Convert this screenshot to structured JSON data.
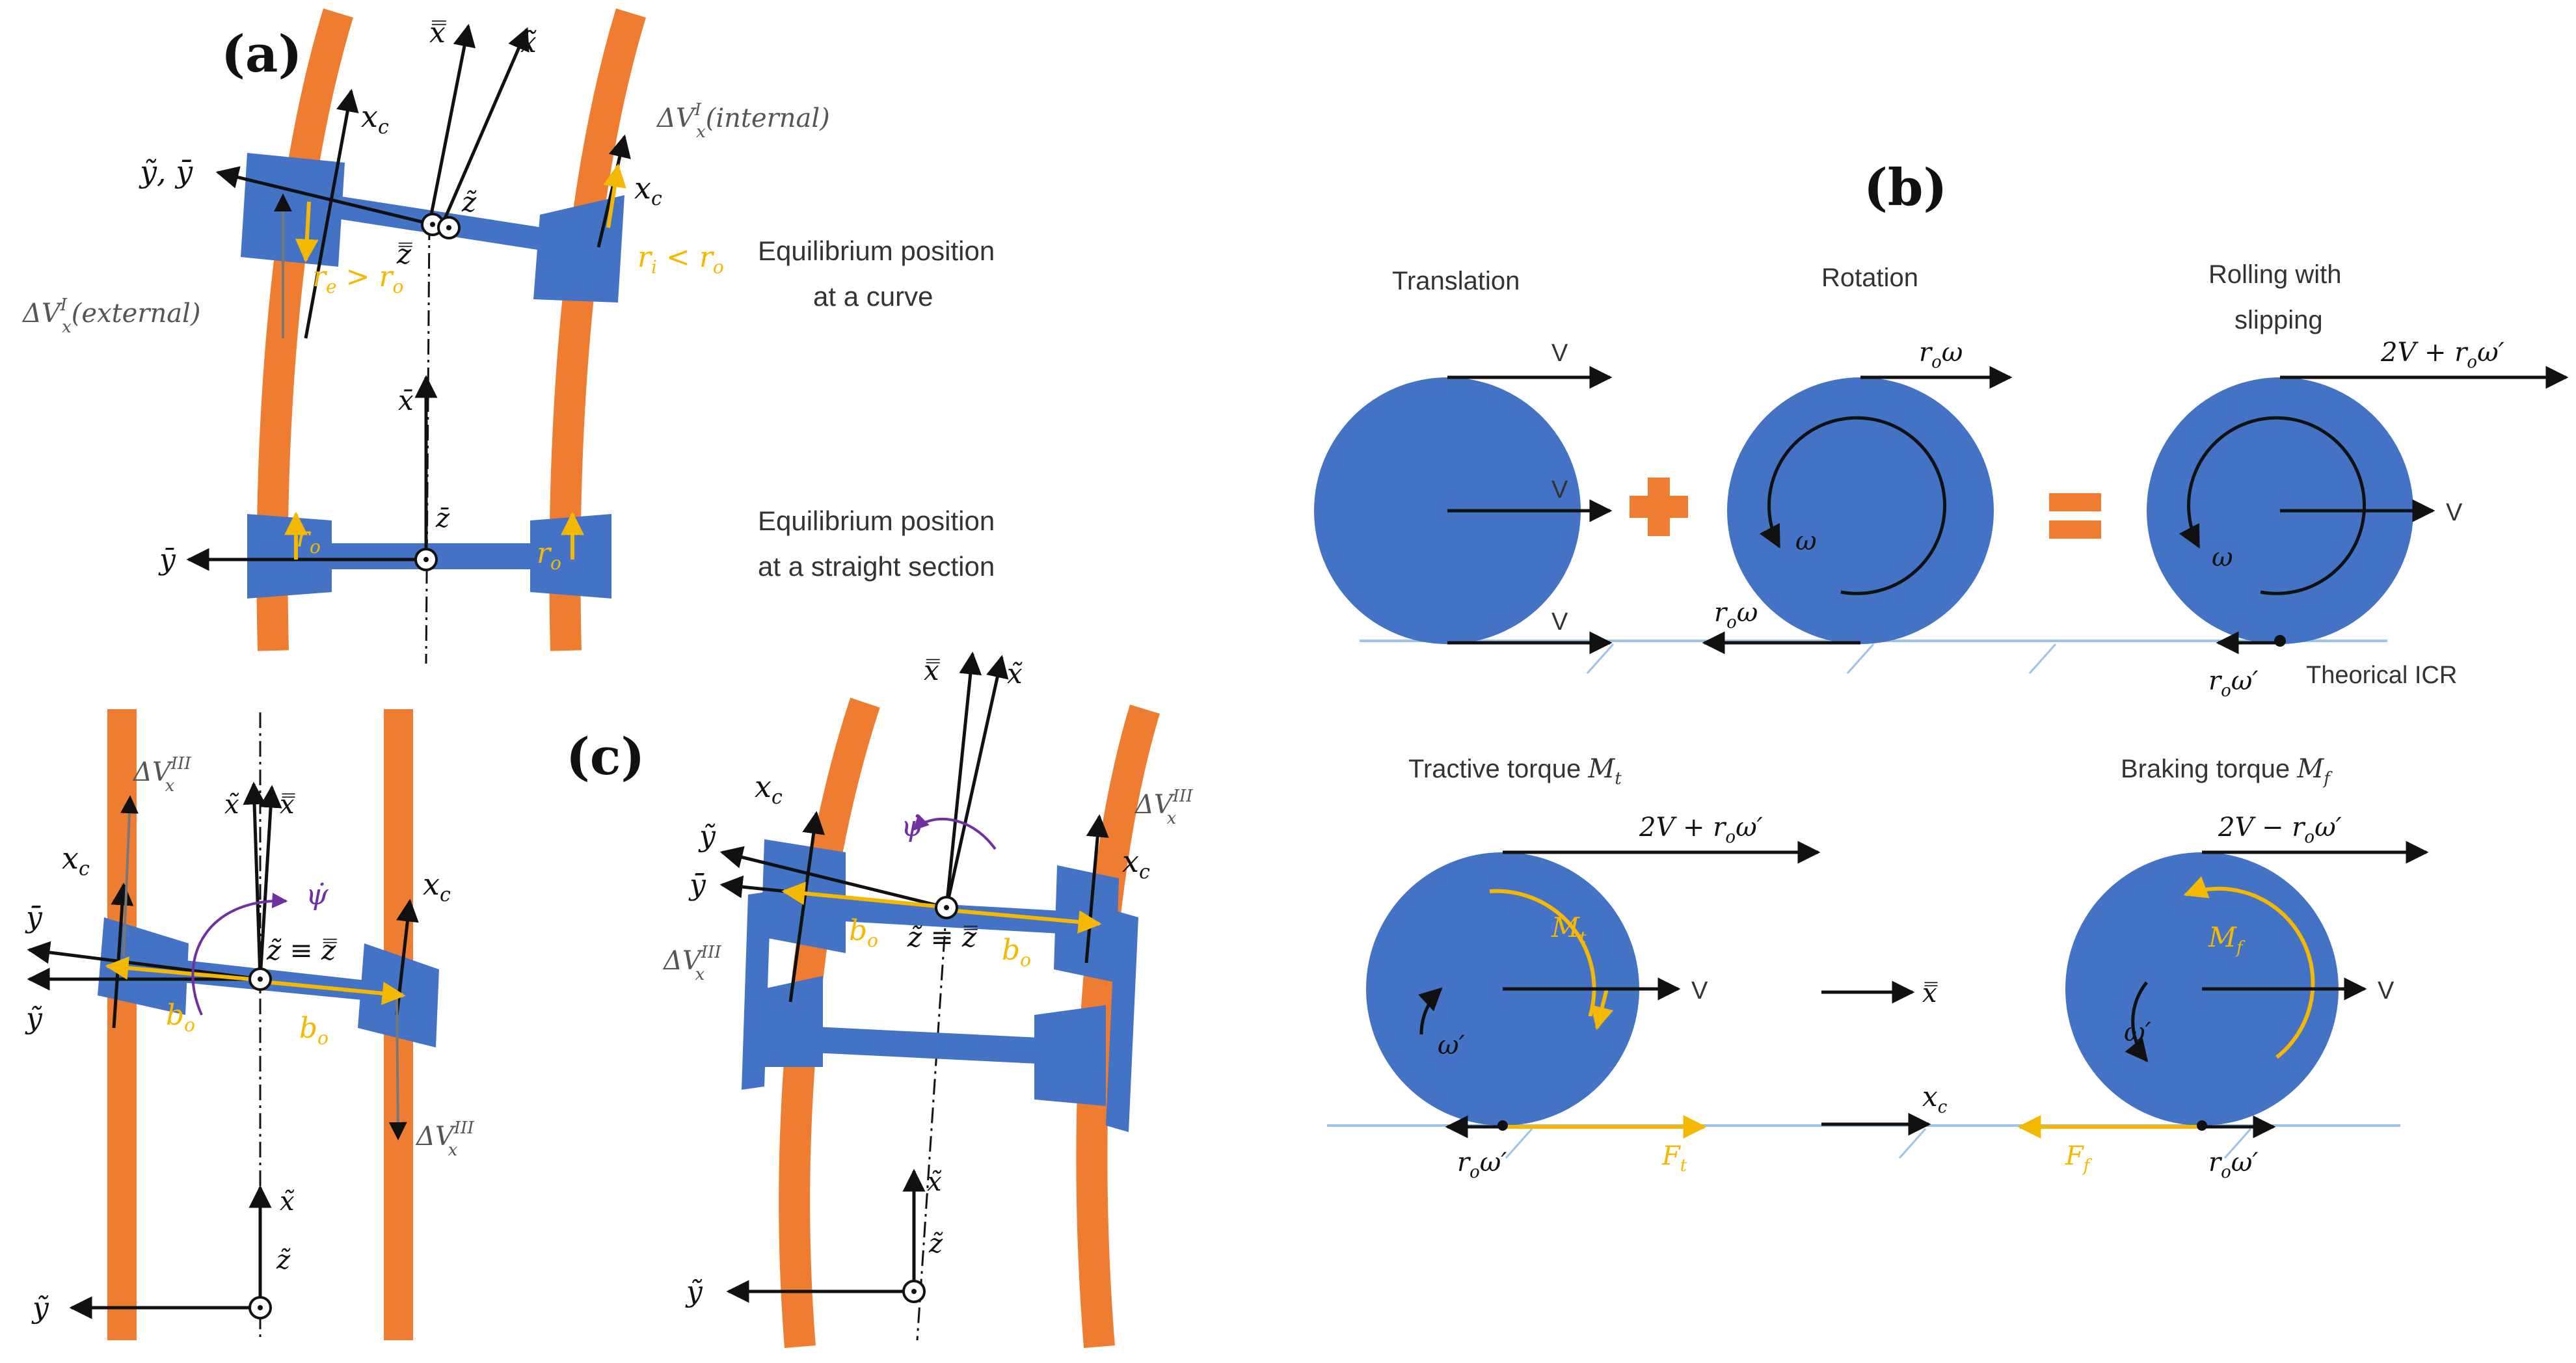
{
  "colors": {
    "rail": "#ee7d31",
    "rail_edge": "#b35a1a",
    "wheel": "#4472c4",
    "wheel_edge": "#2f528f",
    "arrow_yellow": "#f5b800",
    "psi": "#7030a0",
    "ground": "#9dc3e6",
    "text": "#222222",
    "caption": "#444444"
  },
  "panel_a": {
    "label": "(a)",
    "curve": {
      "caption_line1": "Equilibrium position",
      "caption_line2": "at a curve",
      "x_dbl": "x̿",
      "x_tilde": "x̃",
      "xc_left": "x",
      "xc_left_sub": "c",
      "xc_right": "x",
      "xc_right_sub": "c",
      "y_axes": "ỹ, ӯ̄",
      "z_tilde": "z̃",
      "z_dbl": "z̿",
      "dv_internal": "ΔV",
      "dv_internal_sup": "I",
      "dv_internal_sub": "x",
      "dv_internal_tag": "(internal)",
      "dv_external": "ΔV",
      "dv_external_sup": "I",
      "dv_external_sub": "x",
      "dv_external_tag": "(external)",
      "re_ro": "r",
      "re_sub": "e",
      "re_rel": " > r",
      "re_rel_sub": "o",
      "ri_ro": "r",
      "ri_sub": "i",
      "ri_rel": " < r",
      "ri_rel_sub": "o"
    },
    "straight": {
      "caption_line1": "Equilibrium position",
      "caption_line2": "at a straight section",
      "x_bar": "x̄",
      "y_bar": "ȳ",
      "z_bar": "z̄",
      "ro_left": "r",
      "ro_left_sub": "o",
      "ro_right": "r",
      "ro_right_sub": "o"
    },
    "yaw": {
      "dv_top": "ΔV",
      "dv_top_sup": "III",
      "dv_top_sub": "x",
      "dv_bottom": "ΔV",
      "dv_bottom_sup": "III",
      "dv_bottom_sub": "x",
      "xc_left": "x",
      "xc_left_sub": "c",
      "xc_right": "x",
      "xc_right_sub": "c",
      "x_tilde": "x̃",
      "x_dbl": "x̿",
      "psi": "ψ̇",
      "y_dbl": "ȳ̄",
      "y_tilde": "ỹ",
      "z_eq": "z̃ ≡ z̿",
      "bo_left": "b",
      "bo_left_sub": "o",
      "bo_right": "b",
      "bo_right_sub": "o",
      "bottom_x": "x̃",
      "bottom_y": "ỹ",
      "bottom_z": "z̃"
    }
  },
  "panel_b": {
    "label": "(b)",
    "translation": {
      "title": "Translation",
      "v_top": "V",
      "v_center": "V",
      "v_bottom": "V"
    },
    "rotation": {
      "title": "Rotation",
      "top": "r",
      "top_sub": "o",
      "top_tail": "ω",
      "omega": "ω",
      "bottom": "r",
      "bottom_sub": "o",
      "bottom_tail": "ω"
    },
    "rolling": {
      "title_line1": "Rolling with",
      "title_line2": "slipping",
      "top": "2V + r",
      "top_sub": "o",
      "top_tail": "ω′",
      "v_center": "V",
      "omega": "ω",
      "bottom": "r",
      "bottom_sub": "o",
      "bottom_tail": "ω′",
      "icr": "Theorical ICR"
    },
    "tractive": {
      "title": "Tractive torque ",
      "title_m": "M",
      "title_sub": "t",
      "top": "2V + r",
      "top_sub": "o",
      "top_tail": "ω′",
      "mt": "M",
      "mt_sub": "t",
      "omega": "ω′",
      "v_center": "V",
      "bottom": "r",
      "bottom_sub": "o",
      "bottom_tail": "ω′",
      "ft": "F",
      "ft_sub": "t"
    },
    "braking": {
      "title": "Braking torque ",
      "title_m": "M",
      "title_sub": "f",
      "top": "2V − r",
      "top_sub": "o",
      "top_tail": "ω′",
      "mf": "M",
      "mf_sub": "f",
      "omega": "ω′",
      "v_center": "V",
      "bottom": "r",
      "bottom_sub": "o",
      "bottom_tail": "ω′",
      "ff": "F",
      "ff_sub": "f"
    },
    "middle": {
      "x_dbl": "x̿",
      "xc": "x",
      "xc_sub": "c"
    }
  },
  "panel_c": {
    "label": "(c)",
    "x_dbl": "x̿",
    "x_tilde": "x̃",
    "xc_left": "x",
    "xc_left_sub": "c",
    "xc_right": "x",
    "xc_right_sub": "c",
    "psi": "ψ̇",
    "dv_right": "ΔV",
    "dv_right_sup": "III",
    "dv_right_sub": "x",
    "dv_left": "ΔV",
    "dv_left_sup": "III",
    "dv_left_sub": "x",
    "y_tilde": "ỹ",
    "y_dbl": "ȳ̄",
    "z_eq": "z̃ ≡ z̿",
    "bo_left": "b",
    "bo_left_sub": "o",
    "bo_right": "b",
    "bo_right_sub": "o",
    "bottom_x": "x̃",
    "bottom_y": "ỹ",
    "bottom_z": "z̃"
  }
}
